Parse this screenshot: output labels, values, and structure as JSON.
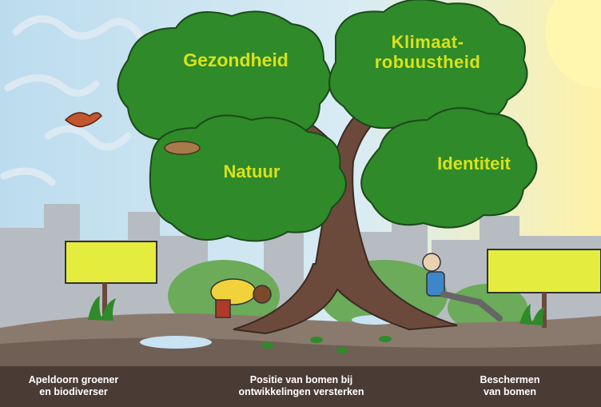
{
  "tree_themes": {
    "top_left": "Gezondheid",
    "top_right": "Klimaat-\nrobuustheid",
    "middle_left": "Natuur",
    "middle_right": "Identiteit"
  },
  "captions": {
    "left": "Apeldoorn groener\nen biodiverser",
    "center": "Positie van bomen bij\nontwikkelingen versterken",
    "right": "Beschermen\nvan bomen"
  },
  "colors": {
    "foliage": "#2f8a2a",
    "label_text": "#d8e21a",
    "sign": "#e4ec3e",
    "ground": "#8a7a6e",
    "caption_bar": "#4b3b35"
  }
}
